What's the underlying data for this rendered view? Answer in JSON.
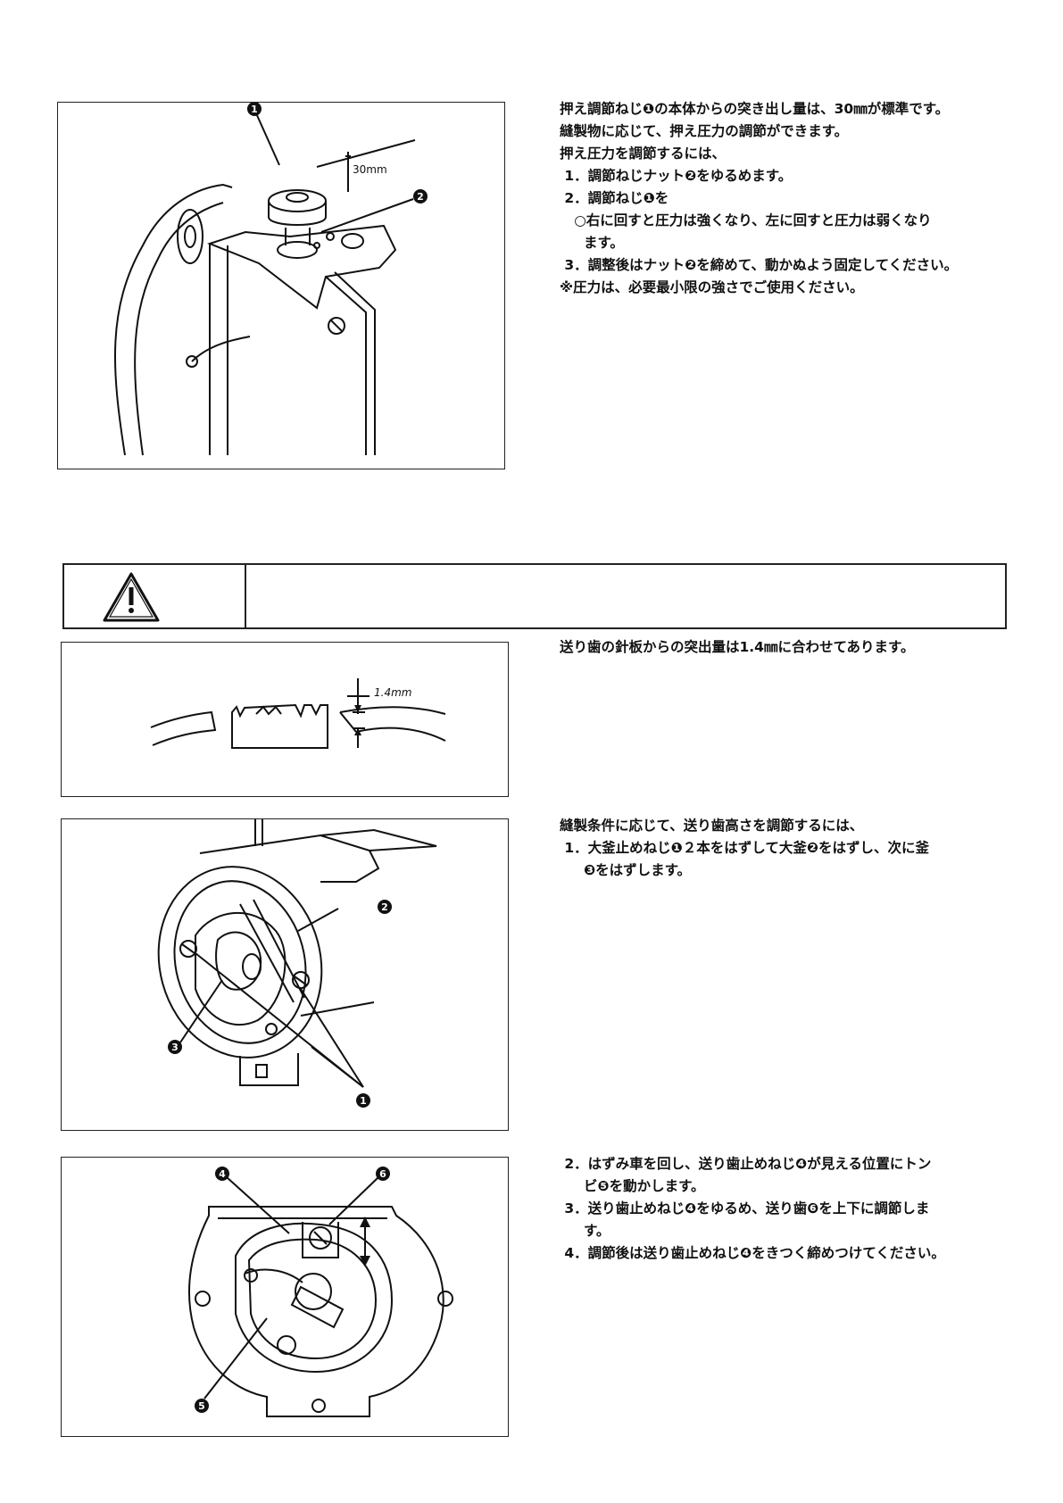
{
  "section1": {
    "figure": {
      "dimension": "30mm",
      "callouts": [
        "1",
        "2"
      ]
    },
    "lines": [
      "押え調節ねじ❶の本体からの突き出し量は、30㎜が標準です。",
      "縫製物に応じて、押え圧力の調節ができます。",
      "押え圧力を調節するには、",
      " 1．調節ねじナット❷をゆるめます。",
      " 2．調節ねじ❶を",
      "   ○右に回すと圧力は強くなり、左に回すと圧力は弱くなり",
      "     ます。",
      " 3．調整後はナット❷を締めて、動かぬよう固定してください。",
      "※圧力は、必要最小限の強さでご使用ください。"
    ]
  },
  "warning": {
    "icon": "warning-triangle-icon",
    "text": ""
  },
  "section2": {
    "figure": {
      "dimension": "1.4mm"
    },
    "lines": [
      "送り歯の針板からの突出量は1.4㎜に合わせてあります。"
    ]
  },
  "section3": {
    "figure": {
      "callouts": [
        "1",
        "2",
        "3"
      ]
    },
    "lines": [
      "縫製条件に応じて、送り歯高さを調節するには、",
      " 1．大釜止めねじ❶２本をはずして大釜❷をはずし、次に釜",
      "     ❸をはずします。"
    ]
  },
  "section4": {
    "figure": {
      "callouts": [
        "4",
        "5",
        "6"
      ]
    },
    "lines": [
      " 2．はずみ車を回し、送り歯止めねじ❹が見える位置にトン",
      "     ビ❺を動かします。",
      " 3．送り歯止めねじ❹をゆるめ、送り歯❻を上下に調節しま",
      "     す。",
      " 4．調節後は送り歯止めねじ❹をきつく締めつけてください。"
    ]
  },
  "colors": {
    "ink": "#111111",
    "paper": "#ffffff"
  }
}
